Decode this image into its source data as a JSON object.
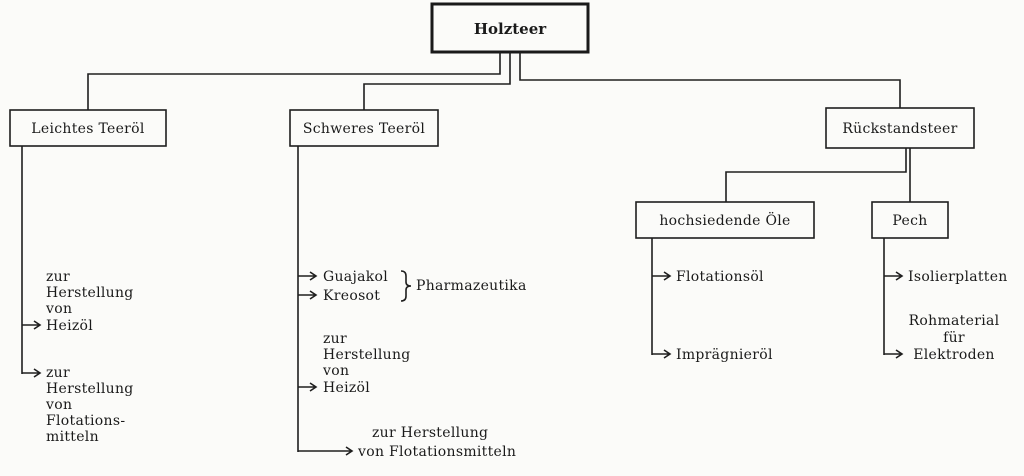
{
  "root": {
    "label": "Holzteer"
  },
  "branches": {
    "leichtes": {
      "label": "Leichtes Teeröl",
      "uses": [
        {
          "lines": [
            "zur",
            "Herstellung",
            "von",
            "Heizöl"
          ]
        },
        {
          "lines": [
            "zur",
            "Herstellung",
            "von",
            "Flotations-",
            "mitteln"
          ]
        }
      ]
    },
    "schweres": {
      "label": "Schweres Teeröl",
      "group": {
        "items": [
          "Guajakol",
          "Kreosot"
        ],
        "label": "Pharmazeutika"
      },
      "uses": [
        {
          "lines": [
            "zur",
            "Herstellung",
            "von",
            "Heizöl"
          ]
        },
        {
          "lines": [
            "zur Herstellung",
            "von Flotationsmitteln"
          ]
        }
      ]
    },
    "rueckstand": {
      "label": "Rückstandsteer",
      "children": {
        "oele": {
          "label": "hochsiedende Öle",
          "products": [
            "Flotationsöl",
            "Imprägnieröl"
          ]
        },
        "pech": {
          "label": "Pech",
          "products": [
            "Isolierplatten"
          ],
          "material_lines": [
            "Rohmaterial",
            "für",
            "Elektroden"
          ]
        }
      }
    }
  }
}
